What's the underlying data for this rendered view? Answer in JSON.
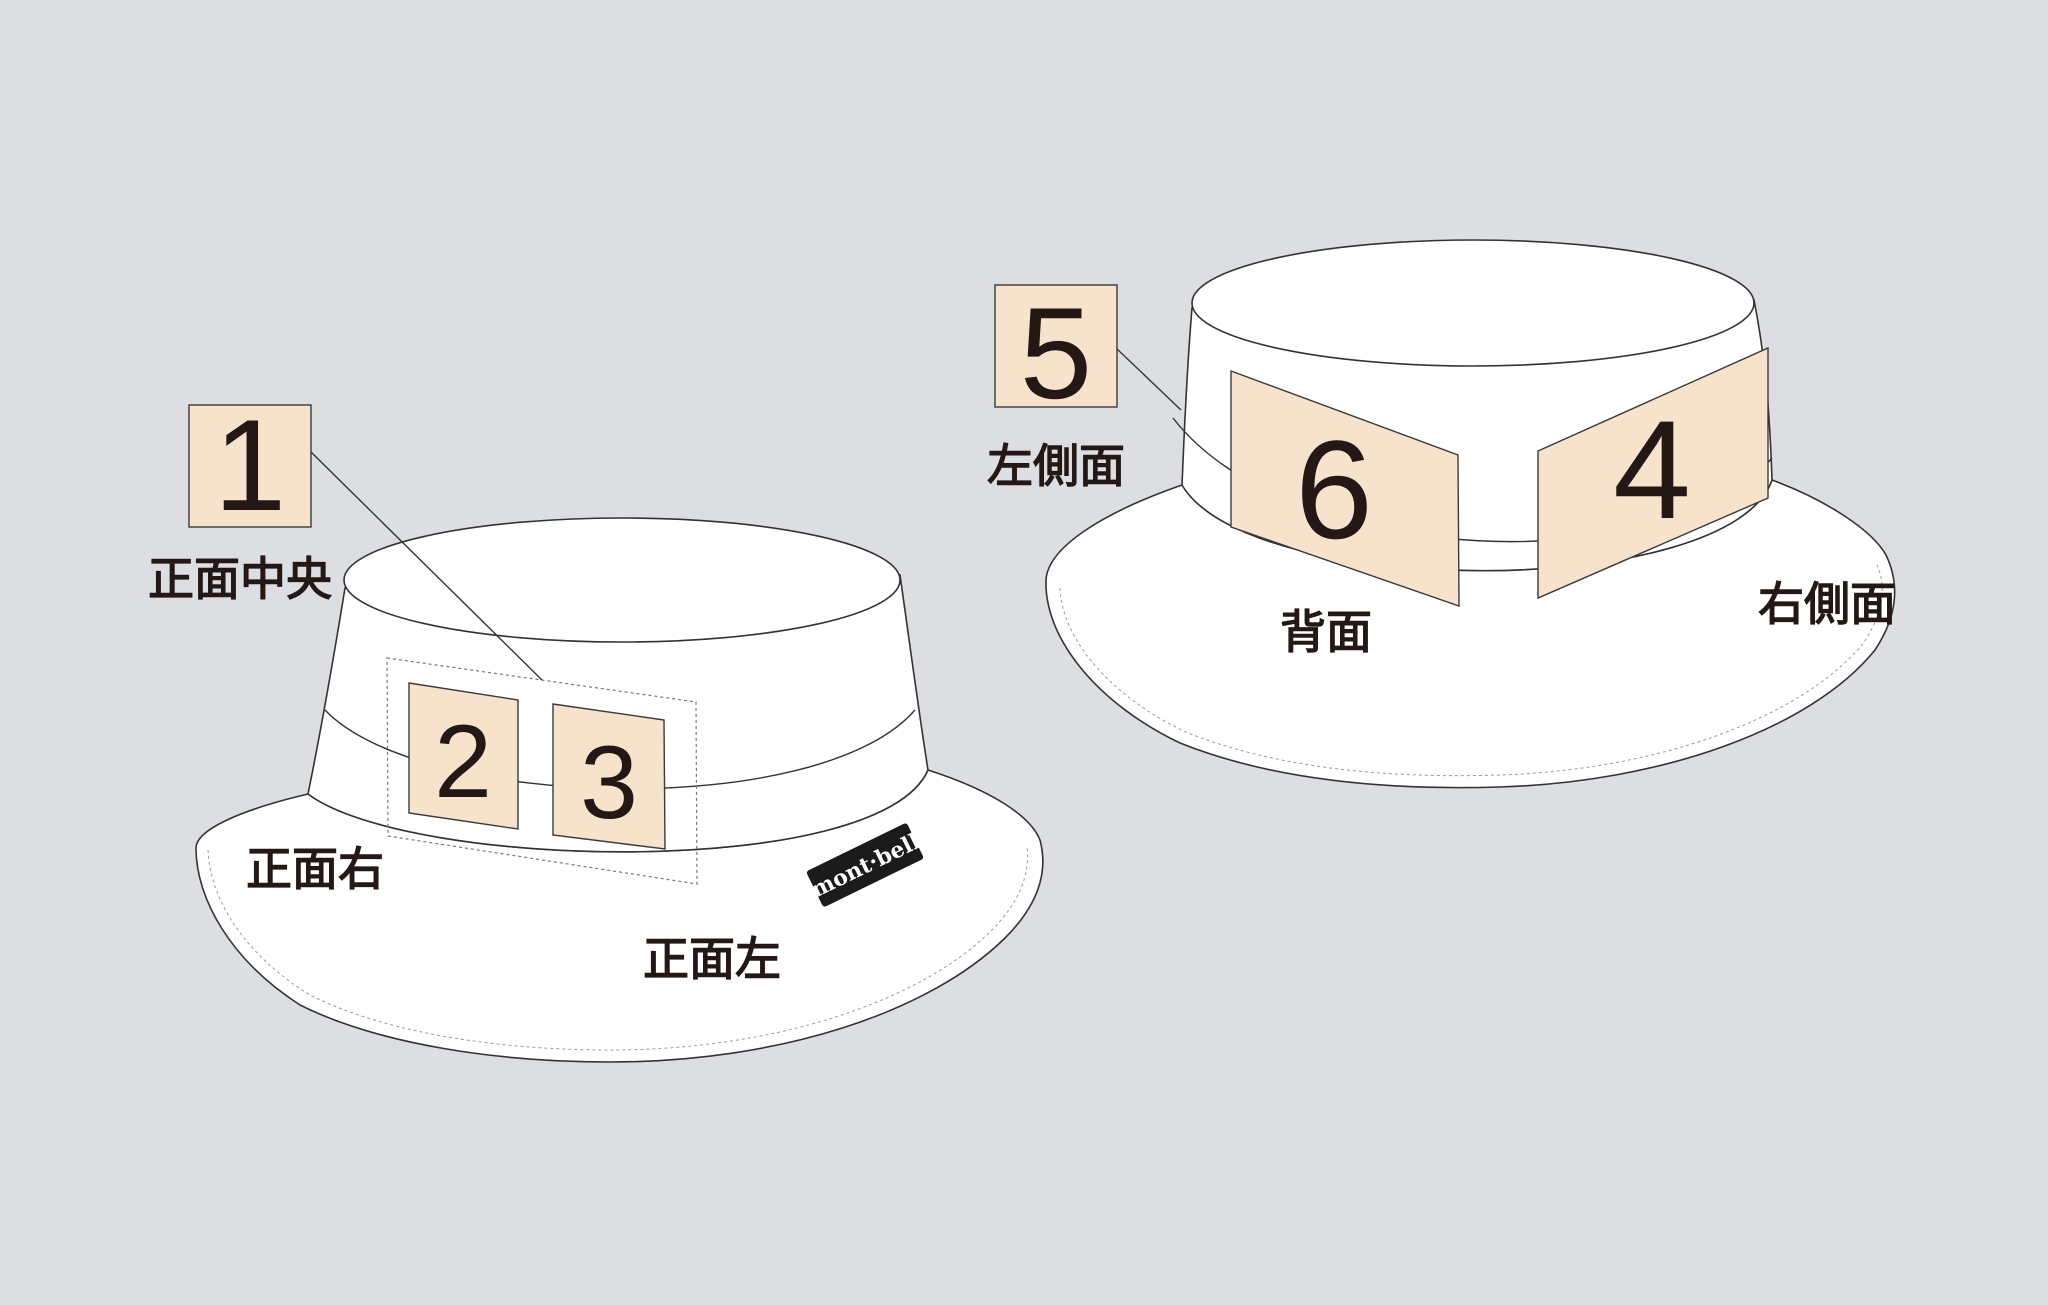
{
  "colors": {
    "background": "#dcdee1",
    "hat_fill": "#ffffff",
    "hat_stroke": "#333333",
    "patch_fill": "#f7e2cc",
    "patch_stroke": "#3a3a3a",
    "text": "#231815"
  },
  "patches": {
    "p1": "1",
    "p2": "2",
    "p3": "3",
    "p4": "4",
    "p5": "5",
    "p6": "6"
  },
  "labels": {
    "front_center": "正面中央",
    "front_right": "正面右",
    "front_left": "正面左",
    "left_side": "左側面",
    "back": "背面",
    "right_side": "右側面"
  },
  "logo": {
    "text": "mont·bell"
  }
}
